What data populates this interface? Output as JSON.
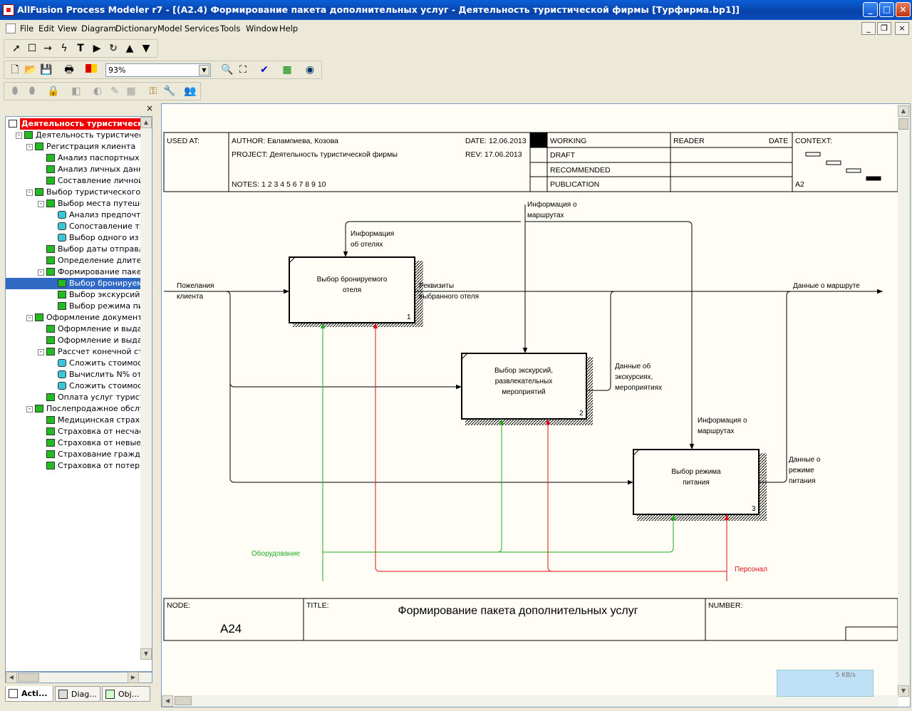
{
  "window": {
    "title": "AllFusion Process Modeler r7 - [(A2.4) Формирование пакета дополнительных услуг - Деятельность туристической фирмы  [Турфирма.bp1]]",
    "buttons": {
      "minimize": "_",
      "maximize": "□",
      "close": "×"
    }
  },
  "menu": [
    "File",
    "Edit",
    "View",
    "Diagram",
    "Dictionary",
    "Model",
    "Services",
    "Tools",
    "Window",
    "Help"
  ],
  "toolbar": {
    "zoom_value": "93%",
    "drawing_tools": [
      "pointer-tool",
      "box-tool",
      "arrow-tool",
      "squiggle-tool",
      "text-tool",
      "next-tool",
      "undo-tool",
      "up-tool",
      "down-tool"
    ]
  },
  "tree": {
    "root": "Деятельность туристическ",
    "items": [
      {
        "label": "Деятельность туристическо",
        "level": 1,
        "icon": "green",
        "expander": "-"
      },
      {
        "label": "Регистрация клиента",
        "level": 2,
        "icon": "green",
        "expander": "-"
      },
      {
        "label": "Анализ паспортных да",
        "level": 3,
        "icon": "green"
      },
      {
        "label": "Анализ личных данны",
        "level": 3,
        "icon": "green"
      },
      {
        "label": "Составление личной к",
        "level": 3,
        "icon": "green"
      },
      {
        "label": "Выбор туристического м",
        "level": 2,
        "icon": "green",
        "expander": "-"
      },
      {
        "label": "Выбор места путешес",
        "level": 3,
        "icon": "green",
        "expander": "-"
      },
      {
        "label": "Анализ предпочтен",
        "level": 4,
        "icon": "cyan"
      },
      {
        "label": "Сопоставление тре",
        "level": 4,
        "icon": "cyan"
      },
      {
        "label": "Выбор одного из п",
        "level": 4,
        "icon": "cyan"
      },
      {
        "label": "Выбор даты отправле",
        "level": 3,
        "icon": "green"
      },
      {
        "label": "Определение длитель",
        "level": 3,
        "icon": "green"
      },
      {
        "label": "Формирование пакет",
        "level": 3,
        "icon": "green",
        "expander": "-"
      },
      {
        "label": "Выбор бронируемо",
        "level": 4,
        "icon": "green",
        "selected": true
      },
      {
        "label": "Выбор экскурсий,",
        "level": 4,
        "icon": "green"
      },
      {
        "label": "Выбор режима пит",
        "level": 4,
        "icon": "green"
      },
      {
        "label": "Оформление документов",
        "level": 2,
        "icon": "green",
        "expander": "-"
      },
      {
        "label": "Оформление и выдача",
        "level": 3,
        "icon": "green"
      },
      {
        "label": "Оформление и выдача",
        "level": 3,
        "icon": "green"
      },
      {
        "label": "Рассчет конечной сто",
        "level": 3,
        "icon": "green",
        "expander": "-"
      },
      {
        "label": "Сложить стоимост",
        "level": 4,
        "icon": "cyan"
      },
      {
        "label": "Вычислить N% от с",
        "level": 4,
        "icon": "cyan"
      },
      {
        "label": "Сложить стоимост",
        "level": 4,
        "icon": "cyan"
      },
      {
        "label": "Оплата услуг туристи",
        "level": 3,
        "icon": "green"
      },
      {
        "label": "Послепродажное обслуж",
        "level": 2,
        "icon": "green",
        "expander": "-"
      },
      {
        "label": "Медицинская страхов",
        "level": 3,
        "icon": "green"
      },
      {
        "label": "Страховка от несчаст",
        "level": 3,
        "icon": "green"
      },
      {
        "label": "Страховка от невыезд",
        "level": 3,
        "icon": "green"
      },
      {
        "label": "Страхование граждан",
        "level": 3,
        "icon": "green"
      },
      {
        "label": "Страховка от потери б",
        "level": 3,
        "icon": "green"
      }
    ]
  },
  "tabs": [
    "Acti...",
    "Diag...",
    "Obj..."
  ],
  "diagram": {
    "header": {
      "used_at": "USED AT:",
      "author": "AUTHOR:  Евлампиева, Козова",
      "project": "PROJECT:  Деятельность туристической фирмы",
      "notes": "NOTES:  1  2  3  4  5  6  7  8  9  10",
      "date": "DATE:  12.06.2013",
      "rev": "REV:    17.06.2013",
      "status": [
        "WORKING",
        "DRAFT",
        "RECOMMENDED",
        "PUBLICATION"
      ],
      "reader": "READER",
      "date_col": "DATE",
      "context": "CONTEXT:",
      "context_node": "A2"
    },
    "footer": {
      "node_label": "NODE:",
      "node_value": "A24",
      "title_label": "TITLE:",
      "title_value": "Формирование пакета дополнительных услуг",
      "number_label": "NUMBER:"
    },
    "boxes": [
      {
        "name": "Выбор бронируемого отеля",
        "lines": [
          "Выбор бронируемого",
          "отеля"
        ],
        "number": "1"
      },
      {
        "name": "Выбор экскурсий, развлекательных мероприятий",
        "lines": [
          "Выбор экскурсий,",
          "развлекательных",
          "мероприятий"
        ],
        "number": "2"
      },
      {
        "name": "Выбор режима питания",
        "lines": [
          "Выбор режима",
          "питания"
        ],
        "number": "3"
      }
    ],
    "arrow_labels": {
      "wishes": [
        "Пожелания",
        "клиента"
      ],
      "hotel_info": [
        "Информация",
        "об отелях"
      ],
      "route_info_top": [
        "Информация о",
        "маршрутах"
      ],
      "requisites": [
        "Реквизиты",
        "выбранного отеля"
      ],
      "route_data": [
        "Данные о маршруте"
      ],
      "excursion_data": [
        "Данные об",
        "экскурсиях,",
        "мероприятиях"
      ],
      "route_info_2": [
        "Информация о",
        "маршрутах"
      ],
      "food_data": [
        "Данные о",
        "режиме",
        "питания"
      ],
      "equipment": [
        "Оборудование"
      ],
      "staff": [
        "Персонал"
      ]
    }
  },
  "network_monitor": "5 KB/s",
  "colors": {
    "title_gradient_top": "#0a5fd8",
    "diagram_bg": "#fffdf5",
    "mechanism_green": "#22aa22",
    "mechanism_red": "#dd1111",
    "tree_selection": "#316ac5"
  }
}
